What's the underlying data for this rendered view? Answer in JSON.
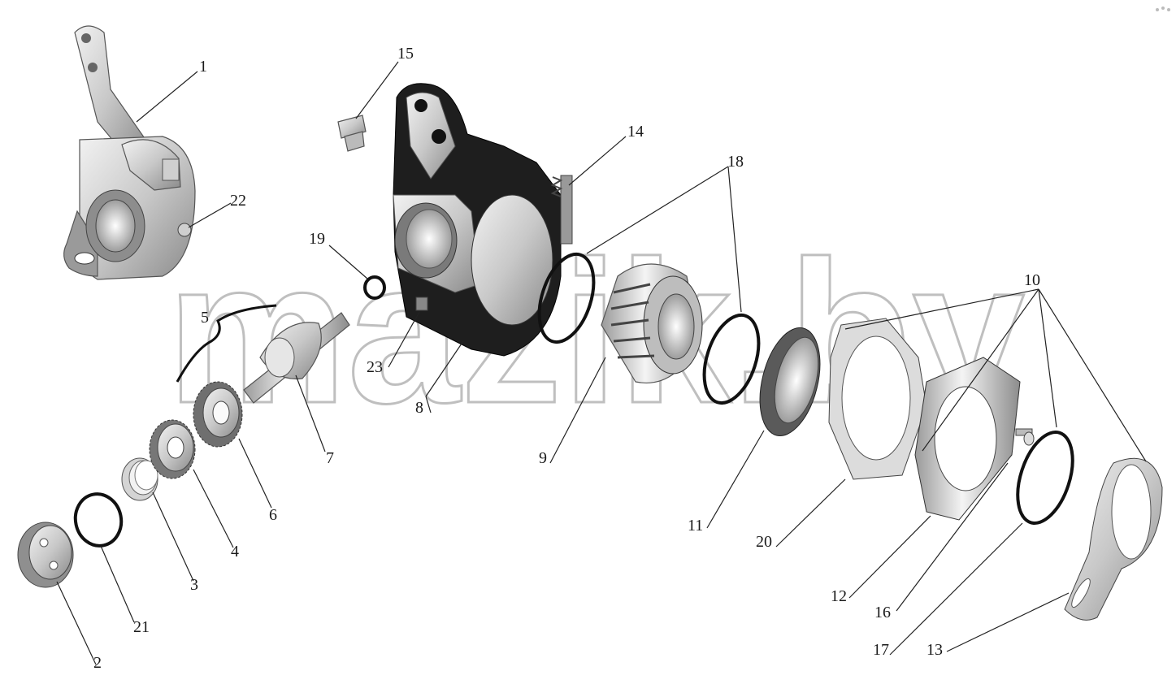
{
  "watermark": "mazik.by",
  "callouts": [
    "1",
    "2",
    "3",
    "4",
    "5",
    "6",
    "7",
    "8",
    "9",
    "10",
    "11",
    "12",
    "13",
    "14",
    "15",
    "16",
    "17",
    "18",
    "19",
    "20",
    "21",
    "22",
    "23"
  ],
  "colors": {
    "metal_light": "#e6e6e6",
    "metal_mid": "#bfbfbf",
    "metal_dark": "#7a7a7a",
    "housing": "#1e1e1e",
    "ring": "#111111",
    "line": "#222222"
  }
}
